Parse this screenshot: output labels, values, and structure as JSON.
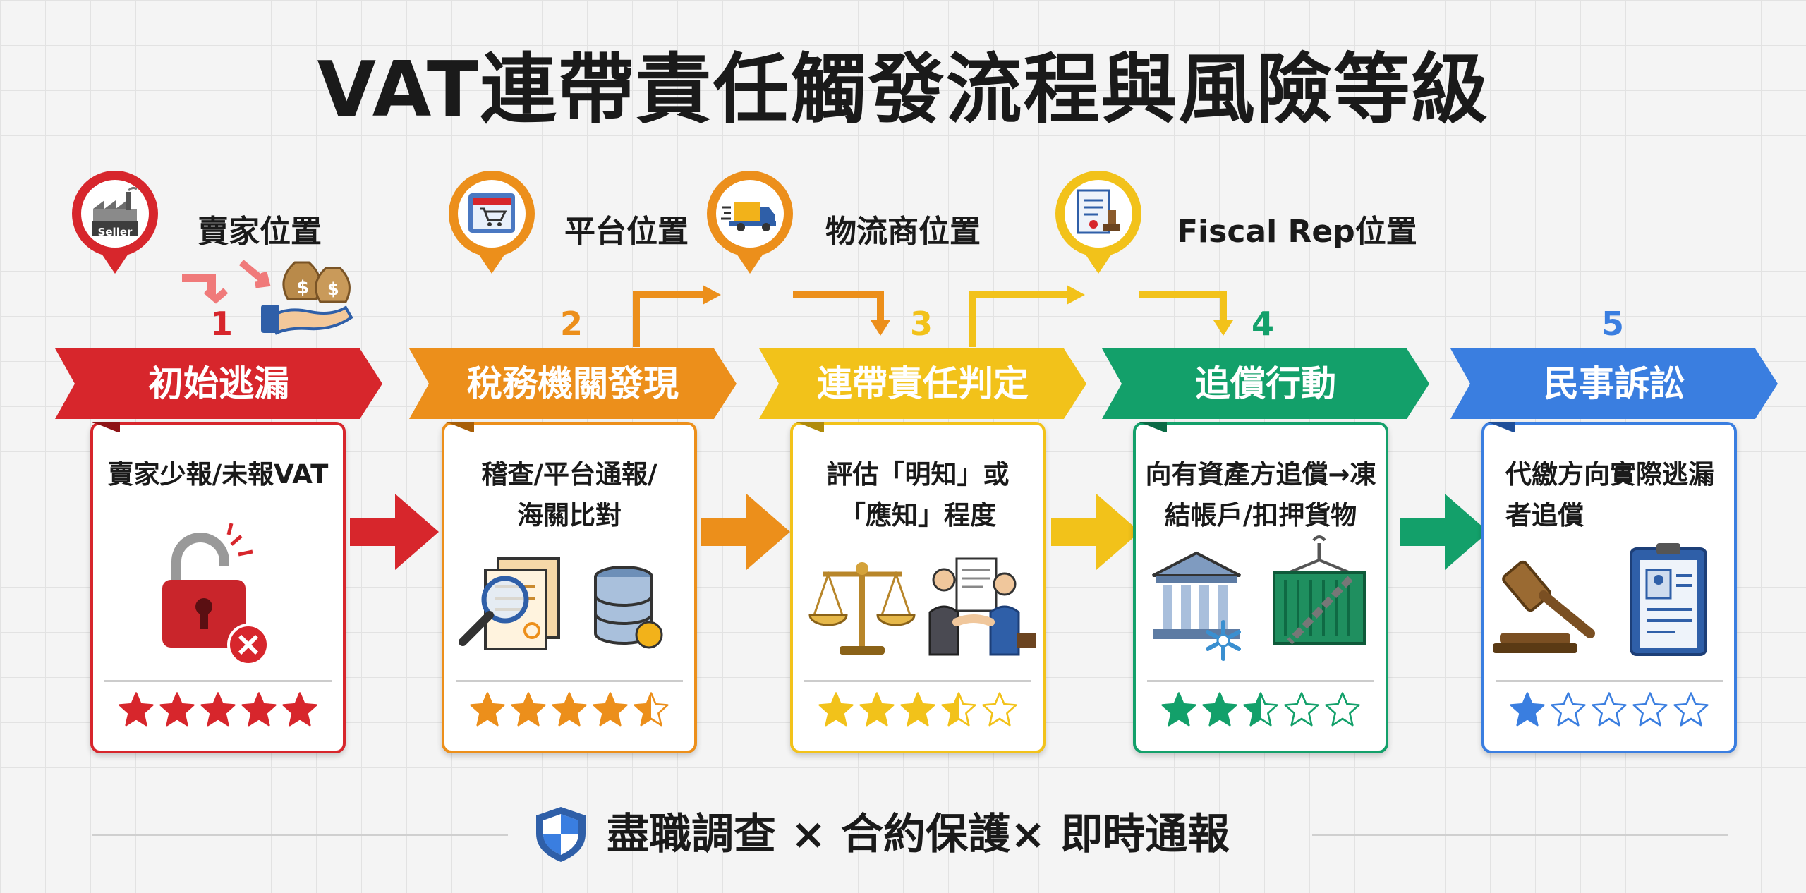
{
  "title": "VAT連帶責任觸發流程與風險等級",
  "colors": {
    "red": "#d7262c",
    "orange": "#ec8f1b",
    "yellow": "#f2c21a",
    "green": "#13a06a",
    "blue": "#3a7ee0"
  },
  "positions": [
    {
      "label": "賣家位置",
      "icon": "factory-icon",
      "badge": "Seller"
    },
    {
      "label": "平台位置",
      "icon": "shop-cart-icon"
    },
    {
      "label": "物流商位置",
      "icon": "truck-icon"
    },
    {
      "label": "Fiscal Rep位置",
      "icon": "certificate-stamp-icon"
    }
  ],
  "steps": [
    {
      "number": "1",
      "title": "初始逃漏",
      "desc": "賣家少報/未報VAT",
      "rating": 5,
      "icons": [
        "broken-lock-icon",
        "money-bags-icon"
      ]
    },
    {
      "number": "2",
      "title": "稅務機關發現",
      "desc": "稽查/平台通報/海關比對",
      "rating": 4.5,
      "icons": [
        "magnifier-document-icon",
        "database-icon"
      ]
    },
    {
      "number": "3",
      "title": "連帶責任判定",
      "desc": "評估「明知」或「應知」程度",
      "rating": 3.5,
      "icons": [
        "scales-icon",
        "handshake-icon"
      ]
    },
    {
      "number": "4",
      "title": "追償行動",
      "desc": "向有資產方追償→凍結帳戶/扣押貨物",
      "rating": 2.5,
      "icons": [
        "frozen-bank-icon",
        "chained-container-icon"
      ]
    },
    {
      "number": "5",
      "title": "民事訴訟",
      "desc": "代繳方向實際逃漏者追償",
      "rating": 1,
      "icons": [
        "gavel-icon",
        "legal-document-icon"
      ]
    }
  ],
  "footer": {
    "text": "盡職調查 × 合約保護× 即時通報",
    "icon": "shield-icon"
  }
}
